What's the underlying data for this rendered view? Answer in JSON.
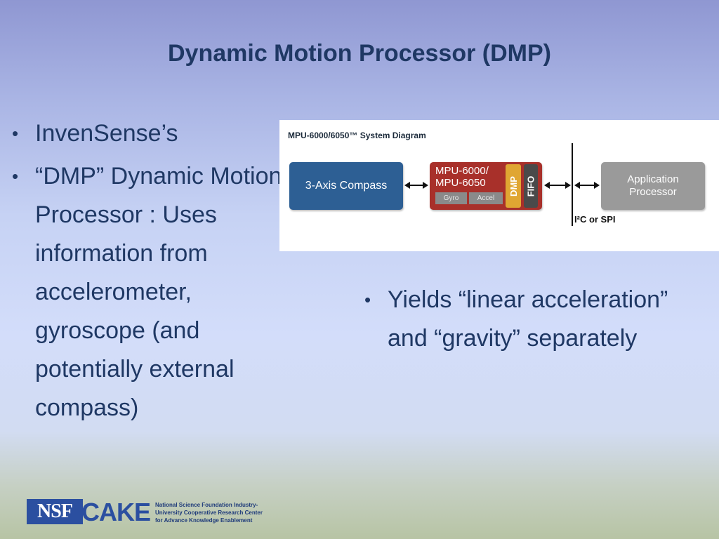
{
  "title": "Dynamic Motion Processor (DMP)",
  "left_bullets": [
    "InvenSense’s",
    "“DMP” Dynamic Motion Processor : Uses information from accelerometer, gyroscope (and potentially external compass)"
  ],
  "right_bullets": [
    "Yields “linear acceleration” and “gravity” separately"
  ],
  "bullet_char": "•",
  "diagram": {
    "title": "MPU-6000/6050™ System Diagram",
    "compass": "3-Axis Compass",
    "mpu_line1": "MPU-6000/",
    "mpu_line2": "MPU-6050",
    "gyro": "Gyro",
    "accel": "Accel",
    "dmp": "DMP",
    "fifo": "FIFO",
    "app_line1": "Application",
    "app_line2": "Processor",
    "bus": "I²C or SPI"
  },
  "footer": {
    "logo_nsf": "NSF",
    "logo_cake": "CAKE",
    "line1": "National Science Foundation Industry-",
    "line2": "University Cooperative Research Center",
    "line3": "for Advance Knowledge Enablement"
  },
  "colors": {
    "title": "#1f3864",
    "compass_box": "#2d5f94",
    "mpu_box": "#a8302a",
    "dmp_chip": "#e0a632",
    "app_box": "#9a9a9a"
  }
}
